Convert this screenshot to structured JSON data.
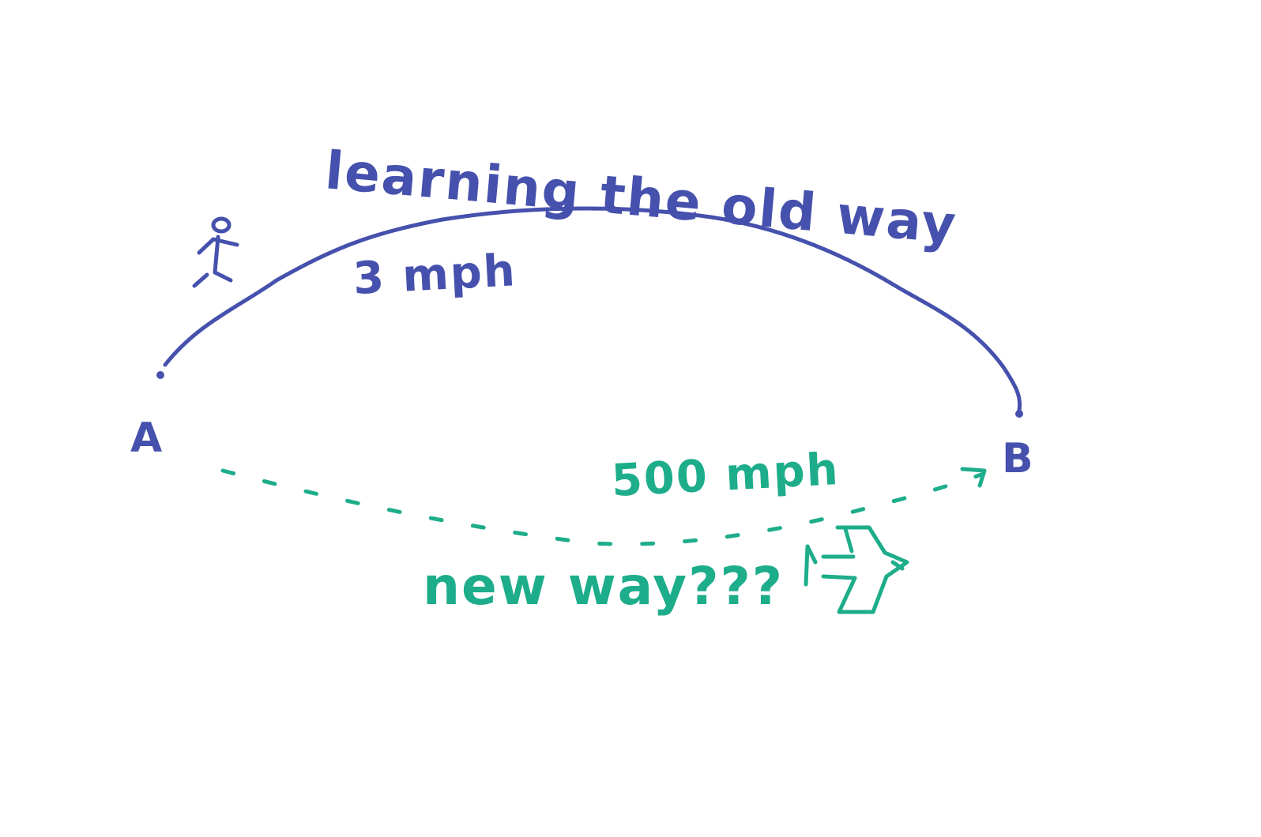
{
  "colors": {
    "old_way": "#4651ad",
    "new_way": "#1ead8b",
    "background": "#ffffff"
  },
  "points": {
    "start_label": "A",
    "end_label": "B"
  },
  "old_way": {
    "title": "learning the old way",
    "speed": "3 mph",
    "traveler_icon": "walking-person-icon"
  },
  "new_way": {
    "title": "new way???",
    "speed": "500 mph",
    "vehicle_icon": "rocket-arrow-icon"
  }
}
